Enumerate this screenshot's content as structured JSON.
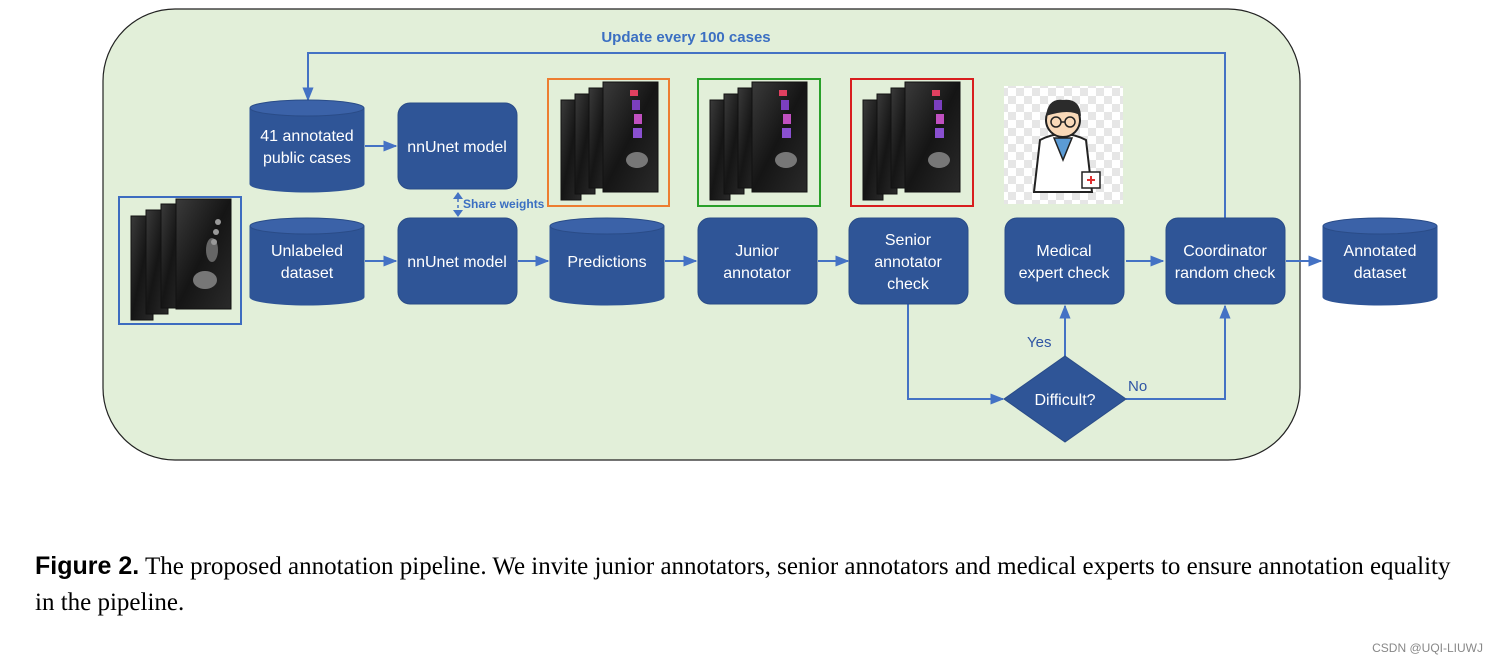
{
  "diagram": {
    "feedback_label": "Update every 100 cases",
    "share_weights_label": "Share weights",
    "nodes": {
      "public_cases": [
        "41 annotated",
        "public cases"
      ],
      "nnunet_top": [
        "nnUnet model"
      ],
      "unlabeled": [
        "Unlabeled",
        "dataset"
      ],
      "nnunet_bottom": [
        "nnUnet model"
      ],
      "predictions": [
        "Predictions"
      ],
      "junior": [
        "Junior",
        "annotator"
      ],
      "senior": [
        "Senior",
        "annotator",
        "check"
      ],
      "medical": [
        "Medical",
        "expert check"
      ],
      "coordinator": [
        "Coordinator",
        "random check"
      ],
      "annotated": [
        "Annotated",
        "dataset"
      ],
      "difficult": [
        "Difficult?"
      ]
    },
    "yes_label": "Yes",
    "no_label": "No",
    "frame_colors": {
      "input": "#3d6cc0",
      "predictions": "#ed7d31",
      "junior": "#2aa02a",
      "senior": "#d81e1e"
    },
    "colors": {
      "node_fill": "#2f5597",
      "edge": "#4472c4",
      "panel_fill": "#e2efd9",
      "panel_stroke": "#222222"
    },
    "icons": [
      "ct-slice-stack-icon",
      "doctor-icon"
    ]
  },
  "caption": {
    "label": "Figure 2.",
    "text": " The proposed annotation pipeline. We invite junior annotators, senior annotators and medical experts to ensure annotation equality in the pipeline."
  },
  "watermark": "CSDN @UQI-LIUWJ"
}
